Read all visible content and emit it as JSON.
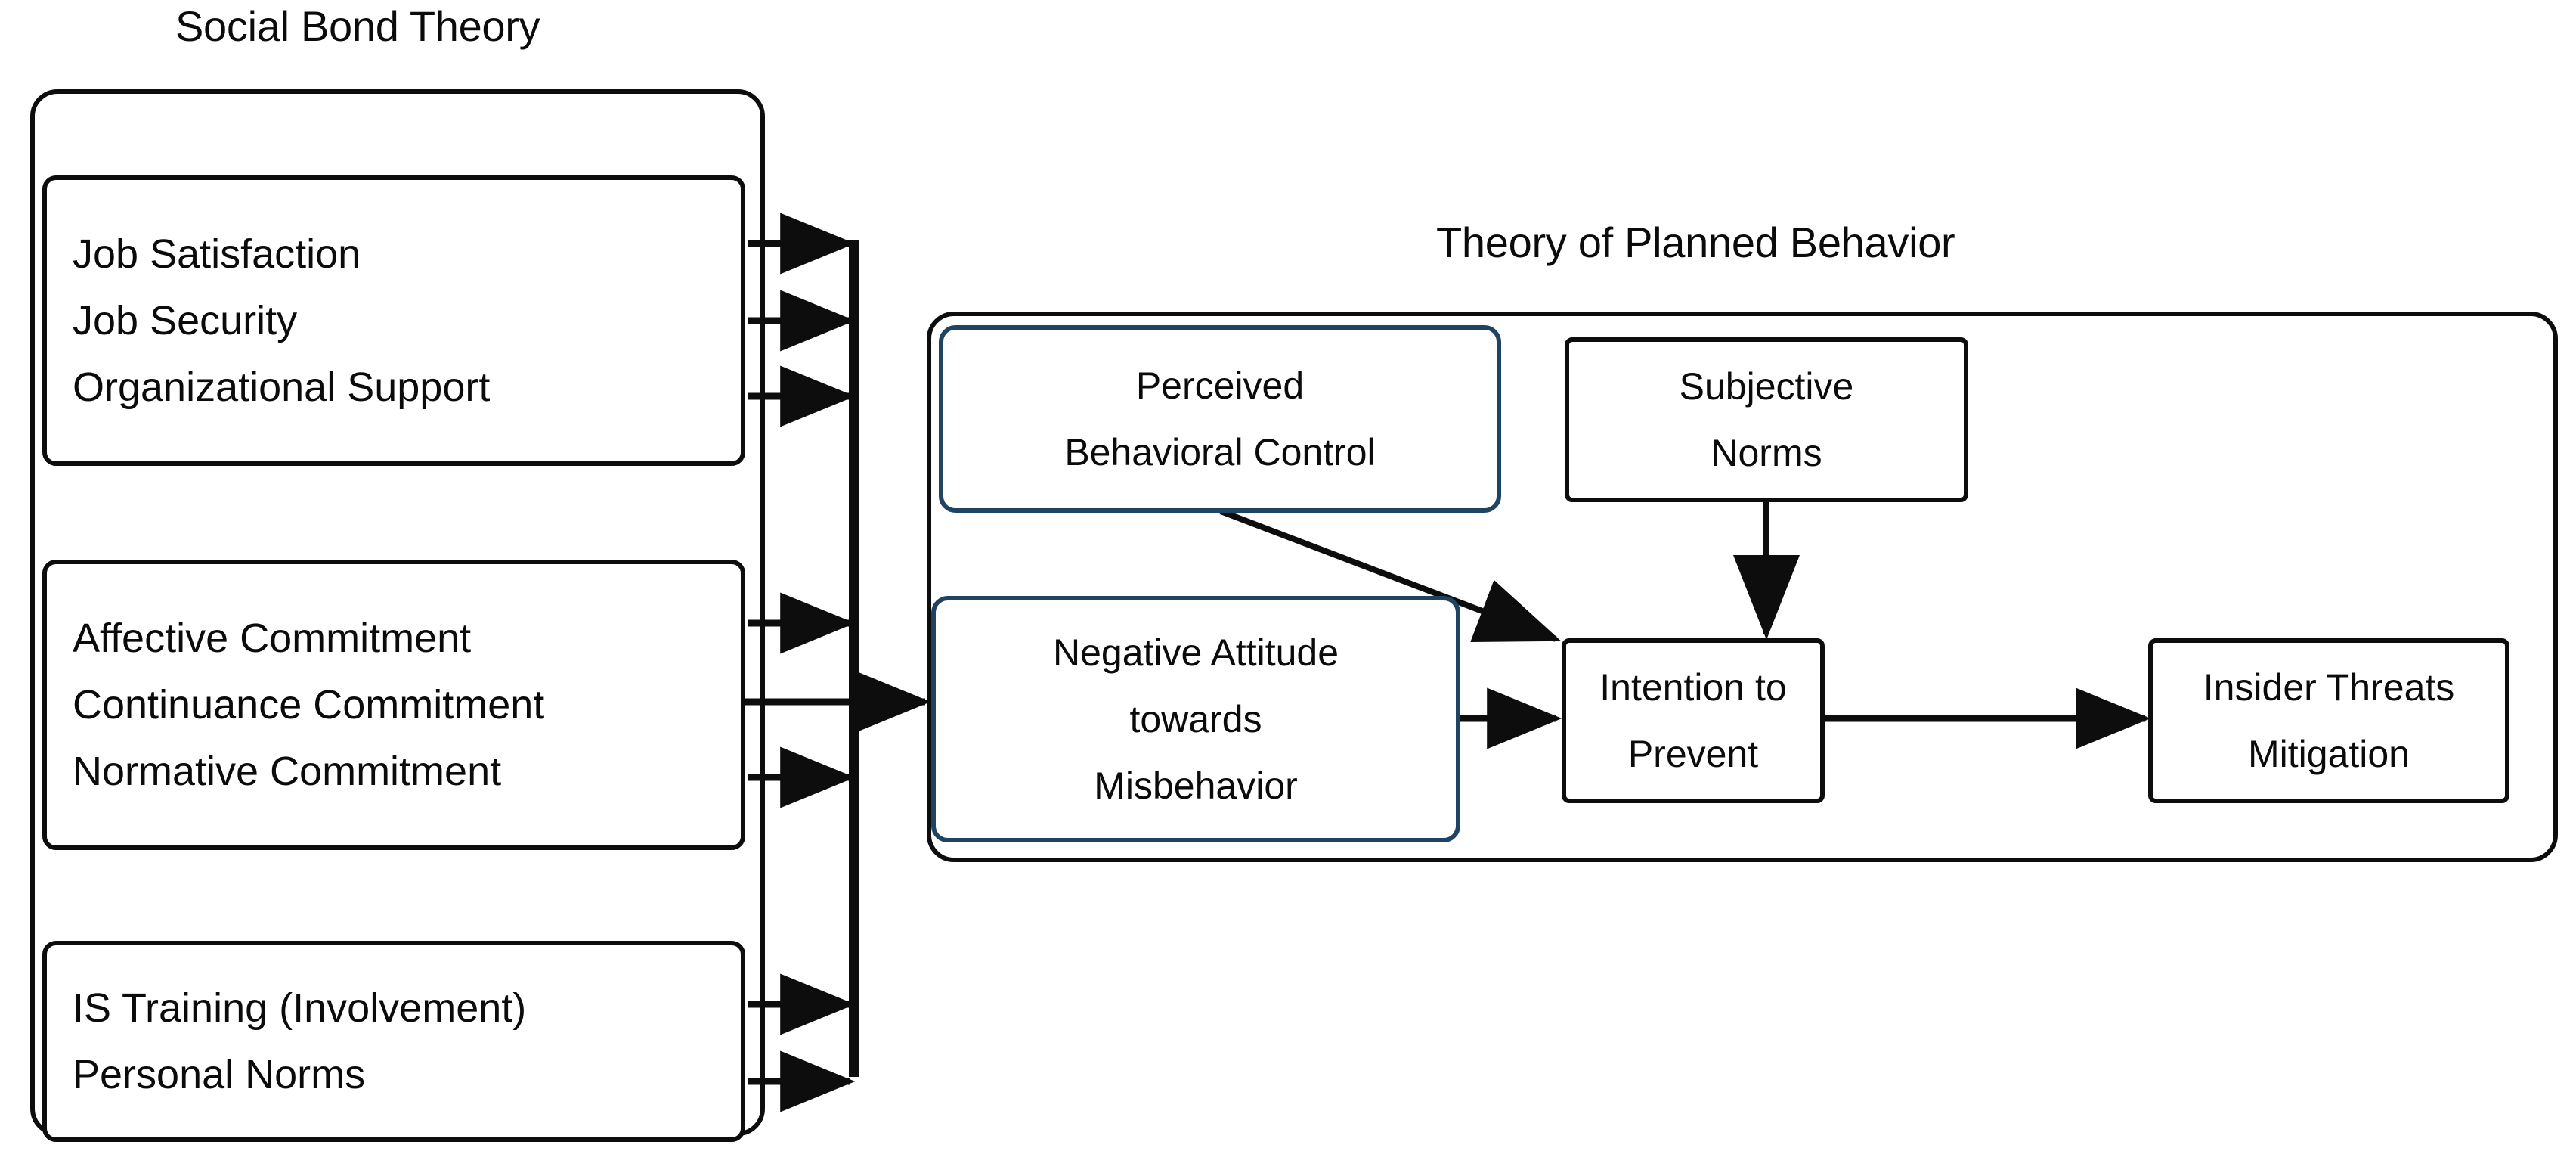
{
  "diagram": {
    "title_left": "Social Bond Theory",
    "title_right": "Theory of Planned Behavior",
    "accent_color": "#1f4362",
    "line_color": "#0d0d0d",
    "background": "#ffffff"
  },
  "social_bond_theory": {
    "label": "Social Bond Theory",
    "groups": [
      {
        "name": "attachment-group",
        "items": [
          "Job Satisfaction",
          "Job Security",
          "Organizational Support"
        ]
      },
      {
        "name": "commitment-group",
        "items": [
          "Affective Commitment",
          "Continuance Commitment",
          "Normative Commitment"
        ]
      },
      {
        "name": "involvement-belief-group",
        "items": [
          "IS Training (Involvement)",
          "Personal Norms"
        ]
      }
    ]
  },
  "theory_of_planned_behavior": {
    "label": "Theory of Planned Behavior",
    "nodes": [
      {
        "name": "perceived-behavioral-control",
        "lines": [
          "Perceived",
          "Behavioral Control"
        ],
        "accent": true
      },
      {
        "name": "subjective-norms",
        "lines": [
          "Subjective",
          "Norms"
        ],
        "accent": false
      },
      {
        "name": "negative-attitude-towards-misbehavior",
        "lines": [
          "Negative Attitude",
          "towards",
          "Misbehavior"
        ],
        "accent": true
      },
      {
        "name": "intention-to-prevent",
        "lines": [
          "Intention to",
          "Prevent"
        ],
        "accent": false
      },
      {
        "name": "insider-threats-mitigation",
        "lines": [
          "Insider Threats",
          "Mitigation"
        ],
        "accent": false
      }
    ]
  },
  "connections": [
    {
      "from": "attachment-group",
      "to": "aggregation-bar"
    },
    {
      "from": "attachment-group",
      "to": "aggregation-bar"
    },
    {
      "from": "attachment-group",
      "to": "aggregation-bar"
    },
    {
      "from": "commitment-group",
      "to": "aggregation-bar"
    },
    {
      "from": "commitment-group",
      "to": "negative-attitude-towards-misbehavior"
    },
    {
      "from": "commitment-group",
      "to": "aggregation-bar"
    },
    {
      "from": "involvement-belief-group",
      "to": "aggregation-bar"
    },
    {
      "from": "involvement-belief-group",
      "to": "aggregation-bar"
    },
    {
      "from": "perceived-behavioral-control",
      "to": "intention-to-prevent"
    },
    {
      "from": "subjective-norms",
      "to": "intention-to-prevent"
    },
    {
      "from": "negative-attitude-towards-misbehavior",
      "to": "intention-to-prevent"
    },
    {
      "from": "intention-to-prevent",
      "to": "insider-threats-mitigation"
    }
  ]
}
